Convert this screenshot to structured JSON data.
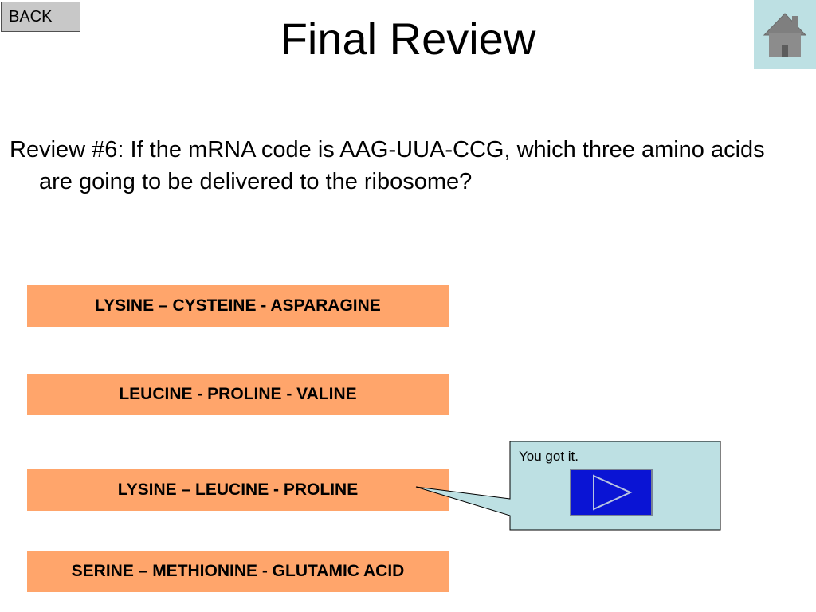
{
  "nav": {
    "back_label": "BACK",
    "home_icon": "home-icon"
  },
  "slide": {
    "title": "Final Review",
    "question": "Review #6: If the mRNA code is AAG-UUA-CCG, which three amino acids are going to be delivered to the ribosome?"
  },
  "answers": [
    {
      "label": "LYSINE – CYSTEINE - ASPARAGINE"
    },
    {
      "label": "LEUCINE - PROLINE - VALINE"
    },
    {
      "label": "LYSINE – LEUCINE - PROLINE"
    },
    {
      "label": "SERINE – METHIONINE - GLUTAMIC ACID"
    }
  ],
  "feedback": {
    "message": "You got it.",
    "next_icon": "play-triangle-icon"
  },
  "colors": {
    "answer_fill": "#ffa56b",
    "callout_fill": "#bde0e3",
    "home_fill": "#bde0e3",
    "next_fill": "#0a14d4",
    "back_fill": "#c8c8c8"
  }
}
